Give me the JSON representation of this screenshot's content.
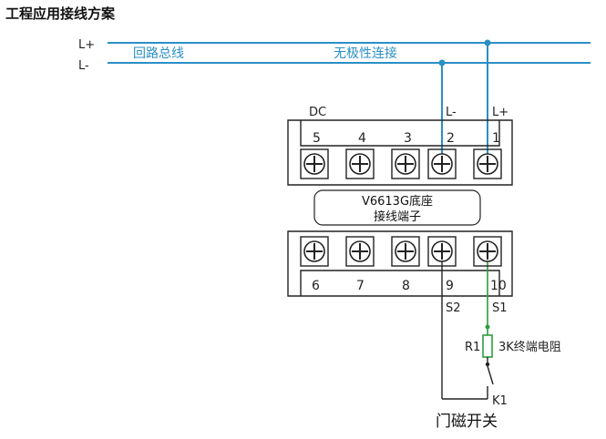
{
  "title": "工程应用接线方案",
  "bus": {
    "l_plus": "L+",
    "l_minus": "L-",
    "loop_bus": "回路总线",
    "non_polar": "无极性连接"
  },
  "terminal_block_top": {
    "dc_label": "DC",
    "l_minus_label": "L-",
    "l_plus_label": "L+",
    "numbers": [
      "5",
      "4",
      "3",
      "2",
      "1"
    ]
  },
  "base_label": {
    "line1": "V6613G底座",
    "line2": "接线端子"
  },
  "terminal_block_bottom": {
    "numbers": [
      "6",
      "7",
      "8",
      "9",
      "10"
    ],
    "s2": "S2",
    "s1": "S1"
  },
  "resistor": {
    "ref": "R1",
    "desc": "3K终端电阻"
  },
  "switch": {
    "ref": "K1",
    "desc": "门磁开关"
  },
  "colors": {
    "bus_line": "#2a8fc6",
    "wire": "#222222",
    "resistor": "#2e9d3e",
    "frame": "#222222"
  }
}
